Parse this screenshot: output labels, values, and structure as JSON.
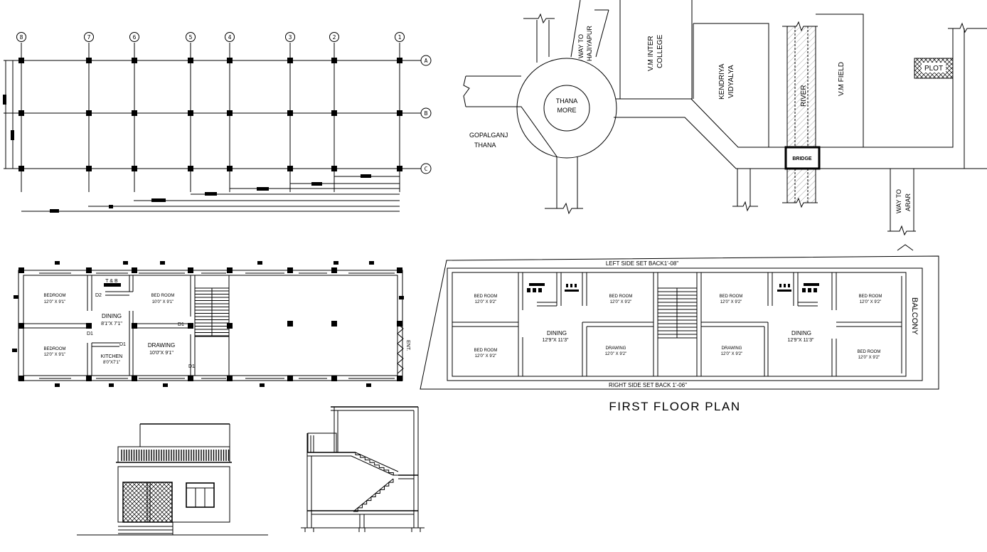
{
  "grid_plan": {
    "column_numbers": [
      "8",
      "7",
      "6",
      "5",
      "4",
      "3",
      "2",
      "1"
    ],
    "row_letters": [
      "A",
      "B",
      "C"
    ]
  },
  "site_map": {
    "labels": {
      "way_hajiyapur": [
        "WAY TO",
        "HAJIYAPUR"
      ],
      "vm_inter_college": [
        "V.M INTER",
        "COLLEGE"
      ],
      "kendriya_vidyalya": [
        "KENDRIYA",
        "VIDYALYA"
      ],
      "river": "RIVER",
      "vm_field": "V.M FIELD",
      "plot": "PLOT",
      "thana_more": [
        "THANA",
        "MORE"
      ],
      "gopalganj_thana": [
        "GOPALGANJ",
        "THANA"
      ],
      "bridge": "BRIDGE",
      "way_arar": [
        "WAY TO",
        "ARAR"
      ]
    }
  },
  "ground_floor_plan": {
    "rooms": {
      "tb": "T & B",
      "bedroom1": "BEDROOM",
      "bedroom1_size": "12'0\" X 9'1\"",
      "bedroom2": "BED ROOM",
      "bedroom2_size": "10'0\" X 9'1\"",
      "dining": "DINING",
      "dining_size": "8'1\"X 7'1\"",
      "bedroom3": "BEDROOM",
      "bedroom3_size": "12'0\" X 9'1\"",
      "kitchen": "KITCHEN",
      "kitchen_size": "8'0\"X7'1\"",
      "drawing": "DRAWING",
      "drawing_size": "10'0\"X 9'1\"",
      "ent": "ENT."
    },
    "doors": {
      "d2": "D2",
      "d1a": "D1",
      "d1b": "D1",
      "d1c": "D1",
      "d1d": "D1"
    }
  },
  "first_floor_plan": {
    "title": "FIRST FLOOR PLAN",
    "left_setback": "LEFT SIDE SET BACK1'-08\"",
    "right_setback": "RIGHT SIDE SET BACK 1'-06\"",
    "balcony": "BALCONY",
    "rooms": {
      "bed1": "BED ROOM",
      "bed1_size": "12'0\" X 9'2\"",
      "bed2": "BED ROOM",
      "bed2_size": "12'0\" X 9'2\"",
      "bed3": "BED ROOM",
      "bed3_size": "12'0\" X 9'2\"",
      "bed4": "BED ROOM",
      "bed4_size": "12'0\" X 9'2\"",
      "bed5": "BED ROOM",
      "bed5_size": "12'0\" X 9'2\"",
      "bed6": "BED ROOM",
      "bed6_size": "12'0\" X 9'2\"",
      "dining1": "DINING",
      "dining1_size": "12'9\"X 11'3\"",
      "dining2": "DINING",
      "dining2_size": "12'9\"X 11'3\"",
      "drawing1": "DRAWING",
      "drawing1_size": "12'0\" X 9'2\"",
      "drawing2": "DRAWING",
      "drawing2_size": "12'0\" X 9'2\""
    }
  }
}
